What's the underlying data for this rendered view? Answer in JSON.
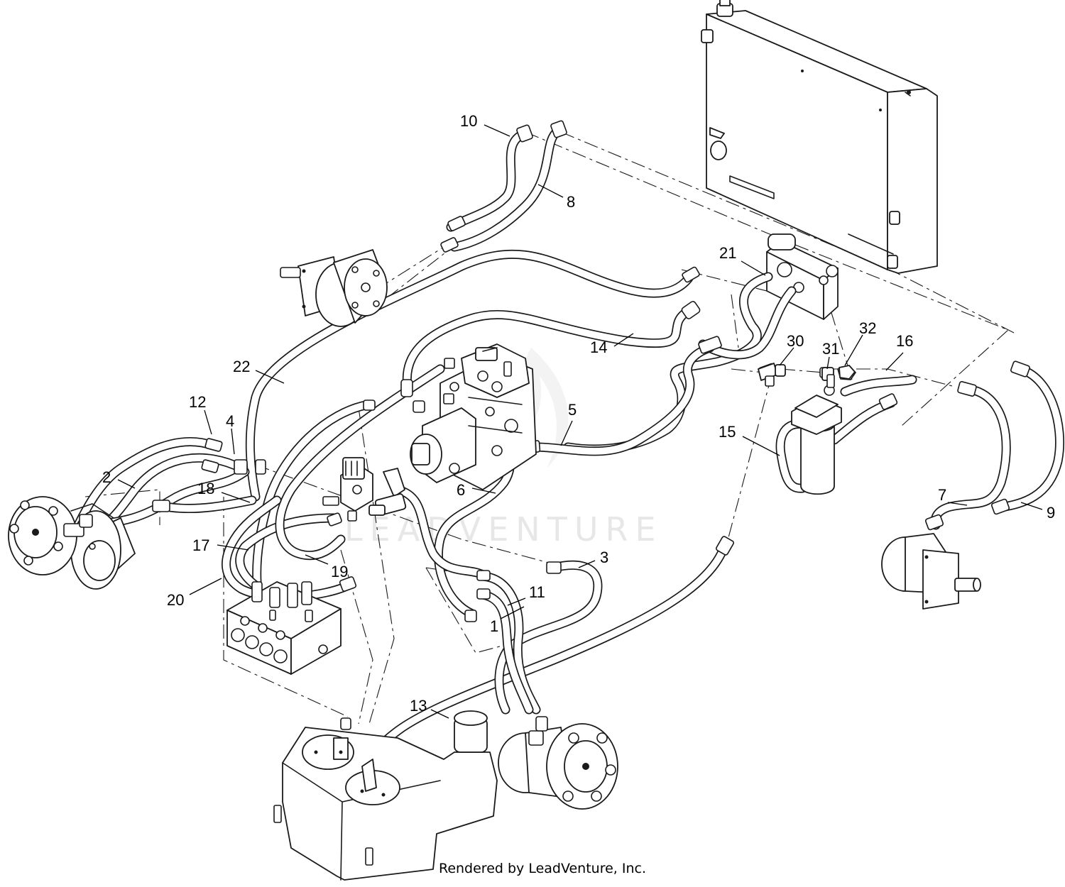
{
  "diagram": {
    "callouts": [
      {
        "n": "1"
      },
      {
        "n": "2"
      },
      {
        "n": "3"
      },
      {
        "n": "4"
      },
      {
        "n": "5"
      },
      {
        "n": "6"
      },
      {
        "n": "7"
      },
      {
        "n": "8"
      },
      {
        "n": "9"
      },
      {
        "n": "10"
      },
      {
        "n": "11"
      },
      {
        "n": "12"
      },
      {
        "n": "13"
      },
      {
        "n": "14"
      },
      {
        "n": "15"
      },
      {
        "n": "16"
      },
      {
        "n": "17"
      },
      {
        "n": "18"
      },
      {
        "n": "19"
      },
      {
        "n": "20"
      },
      {
        "n": "21"
      },
      {
        "n": "22"
      },
      {
        "n": "30"
      },
      {
        "n": "31"
      },
      {
        "n": "32"
      }
    ],
    "watermark": "LEADVENTURE",
    "footer": "Rendered by LeadVenture, Inc."
  },
  "colors": {
    "line": "#1a1a1a",
    "background": "#ffffff",
    "watermark": "#bbbbbb"
  }
}
